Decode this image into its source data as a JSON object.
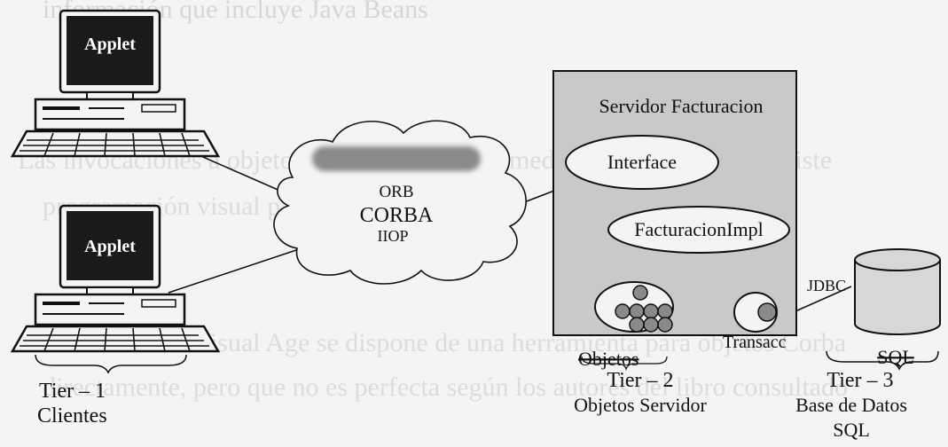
{
  "background_text": {
    "line1": "información que incluye Java Beans",
    "line2": "Las invocaciones a objetos remotos se realiza mediante ORB, pues no existe",
    "line3": "programación visual para ello.",
    "line4": "Con Visual Age se dispone de una herramienta para objetos Corba",
    "line5": "directamente, pero que no es perfecta según los autores del libro consultado"
  },
  "clients": {
    "applet1": "Applet",
    "applet2": "Applet",
    "tier_label": "Tier – 1",
    "caption": "Clientes"
  },
  "orb": {
    "orb_label": "ORB",
    "corba_label": "CORBA",
    "iiop_label": "IIOP"
  },
  "server": {
    "title": "Servidor Facturacion",
    "interface_label": "Interface",
    "impl_label": "FacturacionImpl",
    "jdbc_label": "JDBC",
    "transacc_label": "Transacc",
    "objetos_label": "Objetos",
    "tier_label": "Tier – 2",
    "caption": "Objetos Servidor"
  },
  "database": {
    "sql_label": "SQL",
    "tier_label": "Tier – 3",
    "caption_line1": "Base de Datos",
    "caption_line2": "SQL"
  },
  "colors": {
    "background": "#f4f4f4",
    "ink": "#111111",
    "server_box": "#c9c9c9",
    "orb_band": "#8a8a8a",
    "monitor_screen": "#1a1a1a",
    "faded_text": "#d6d6d6"
  }
}
